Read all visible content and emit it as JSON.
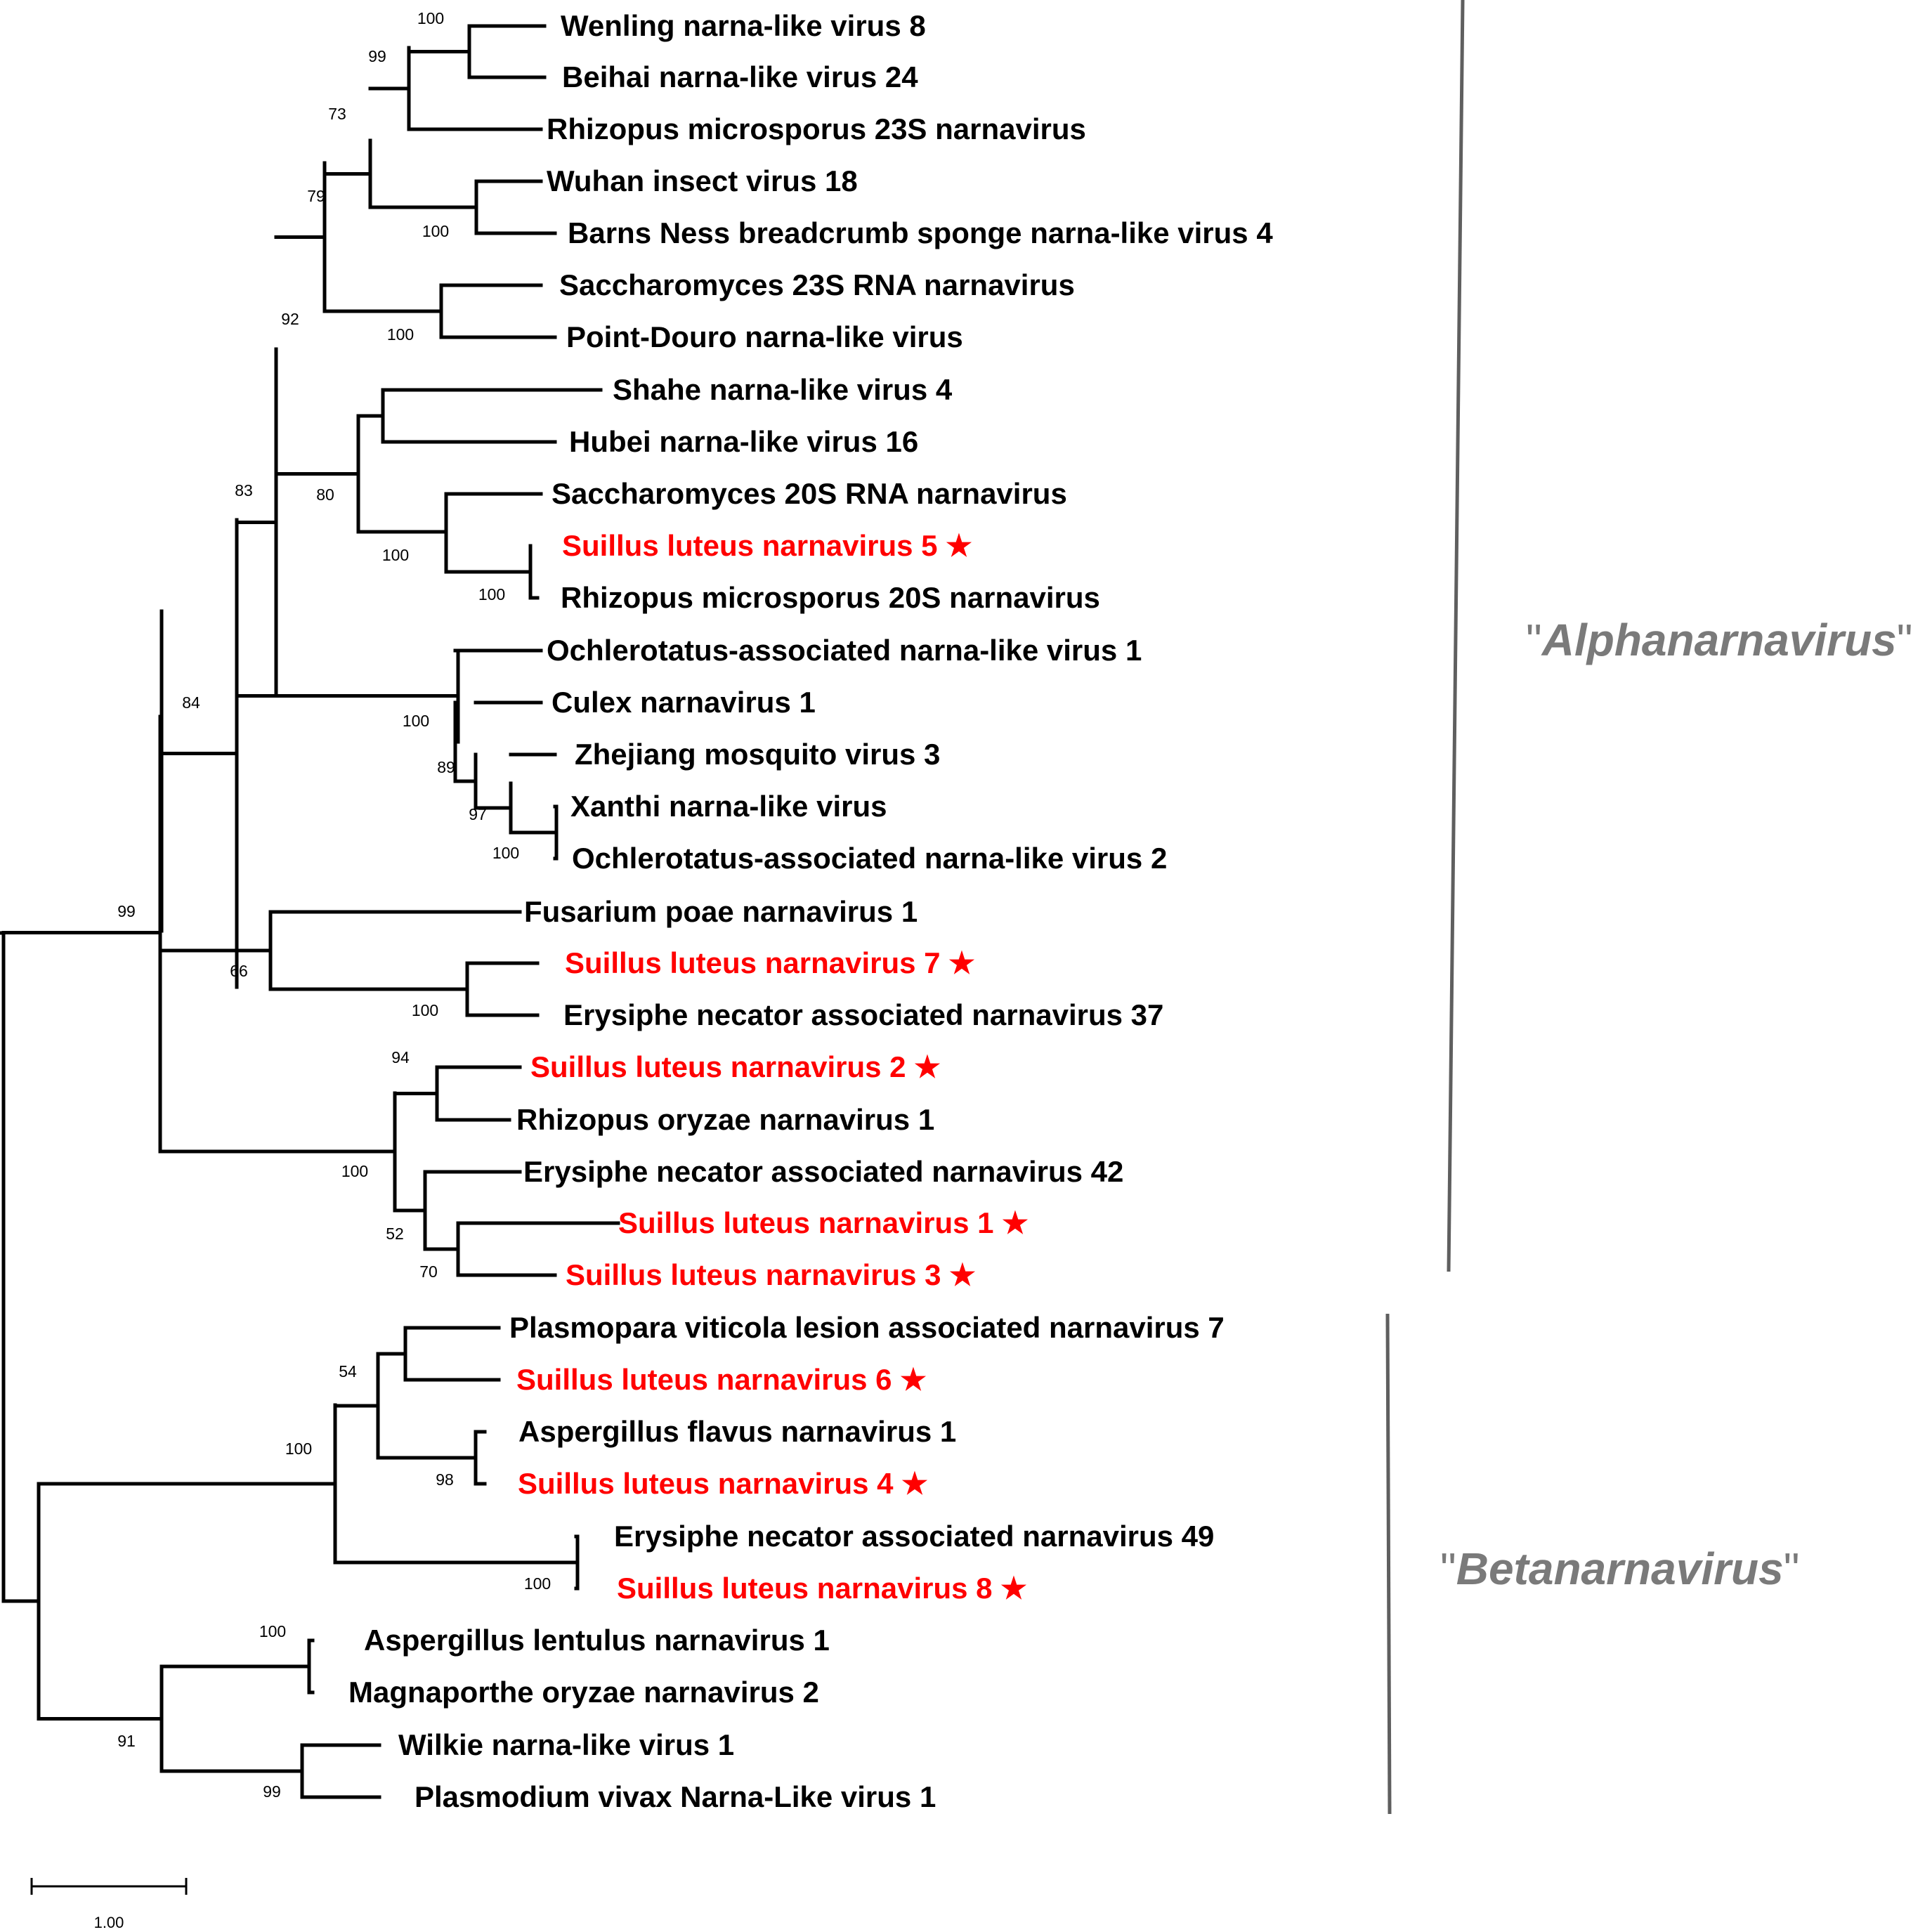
{
  "tree": {
    "taxa": [
      {
        "label": "Wenling narna-like virus 8",
        "novel": false
      },
      {
        "label": "Beihai narna-like virus 24",
        "novel": false
      },
      {
        "label": "Rhizopus microsporus 23S narnavirus",
        "novel": false
      },
      {
        "label": "Wuhan insect virus 18",
        "novel": false
      },
      {
        "label": "Barns Ness breadcrumb sponge narna-like virus 4",
        "novel": false
      },
      {
        "label": "Saccharomyces 23S RNA narnavirus",
        "novel": false
      },
      {
        "label": "Point-Douro narna-like virus",
        "novel": false
      },
      {
        "label": "Shahe narna-like virus 4",
        "novel": false
      },
      {
        "label": "Hubei narna-like virus 16",
        "novel": false
      },
      {
        "label": "Saccharomyces 20S RNA narnavirus",
        "novel": false
      },
      {
        "label": "Suillus luteus narnavirus 5",
        "novel": true
      },
      {
        "label": "Rhizopus microsporus 20S narnavirus",
        "novel": false
      },
      {
        "label": "Ochlerotatus-associated narna-like virus 1",
        "novel": false
      },
      {
        "label": "Culex narnavirus 1",
        "novel": false
      },
      {
        "label": "Zhejiang mosquito virus 3",
        "novel": false
      },
      {
        "label": "Xanthi narna-like virus",
        "novel": false
      },
      {
        "label": "Ochlerotatus-associated narna-like virus 2",
        "novel": false
      },
      {
        "label": "Fusarium poae narnavirus 1",
        "novel": false
      },
      {
        "label": "Suillus luteus narnavirus 7",
        "novel": true
      },
      {
        "label": "Erysiphe necator associated narnavirus 37",
        "novel": false
      },
      {
        "label": "Suillus luteus narnavirus 2",
        "novel": true
      },
      {
        "label": "Rhizopus oryzae narnavirus 1",
        "novel": false
      },
      {
        "label": "Erysiphe necator associated narnavirus 42",
        "novel": false
      },
      {
        "label": "Suillus luteus narnavirus 1",
        "novel": true
      },
      {
        "label": "Suillus luteus narnavirus 3",
        "novel": true
      },
      {
        "label": "Plasmopara viticola lesion associated narnavirus 7",
        "novel": false
      },
      {
        "label": "Suillus luteus narnavirus 6",
        "novel": true
      },
      {
        "label": "Aspergillus flavus narnavirus 1",
        "novel": false
      },
      {
        "label": "Suillus luteus narnavirus 4",
        "novel": true
      },
      {
        "label": "Erysiphe necator associated narnavirus 49",
        "novel": false
      },
      {
        "label": "Suillus luteus narnavirus 8",
        "novel": true
      },
      {
        "label": "Aspergillus lentulus narnavirus 1",
        "novel": false
      },
      {
        "label": "Magnaporthe oryzae narnavirus 2",
        "novel": false
      },
      {
        "label": "Wilkie narna-like virus 1",
        "novel": false
      },
      {
        "label": "Plasmodium vivax Narna-Like virus 1",
        "novel": false
      }
    ],
    "novel_marker": "★",
    "support_values": [
      "100",
      "99",
      "73",
      "100",
      "79",
      "100",
      "92",
      "80",
      "100",
      "100",
      "83",
      "100",
      "89",
      "97",
      "100",
      "84",
      "99",
      "66",
      "100",
      "94",
      "100",
      "52",
      "70",
      "54",
      "100",
      "98",
      "100",
      "100",
      "91",
      "99"
    ],
    "clades": [
      {
        "prefix": "\"",
        "name": "Alphanarnavirus",
        "suffix": "\""
      },
      {
        "prefix": "\"",
        "name": "Betanarnavirus",
        "suffix": "\""
      }
    ],
    "scale_bar_label": "1.00",
    "colors": {
      "novel": "#ff0000",
      "branch": "#000000",
      "clade": "#7a7a7a"
    }
  }
}
